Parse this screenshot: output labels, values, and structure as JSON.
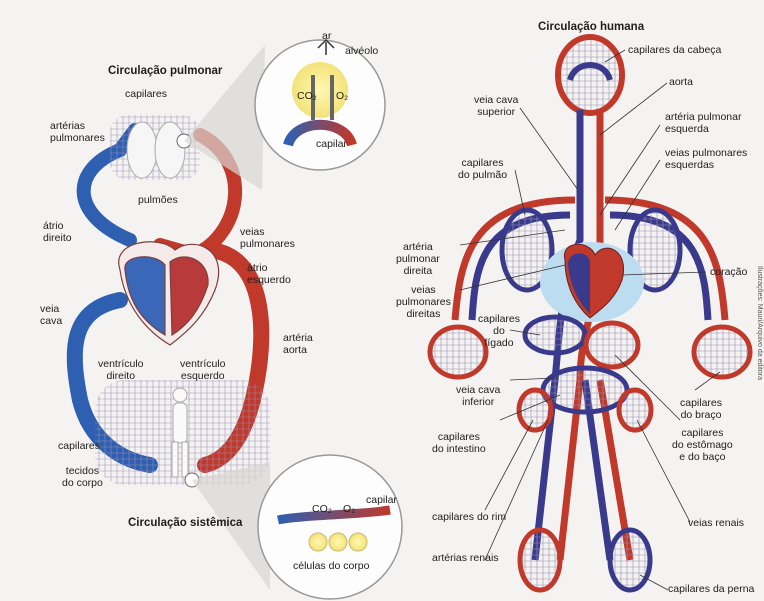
{
  "left": {
    "title_pulmonary": "Circulação pulmonar",
    "title_systemic": "Circulação sistêmica",
    "labels": {
      "capilares_top": "capilares",
      "arterias_pulmonares": "artérias\npulmonares",
      "pulmoes": "pulmões",
      "atrio_direito": "átrio\ndireito",
      "veias_pulmonares": "veias\npulmonares",
      "atrio_esquerdo": "átrio\nesquerdo",
      "veia_cava": "veia\ncava",
      "arteria_aorta": "artéria\naorta",
      "ventriculo_direito": "ventrículo\ndireito",
      "ventriculo_esquerdo": "ventrículo\nesquerdo",
      "capilares_bottom": "capilares",
      "tecidos_do_corpo": "tecidos\ndo corpo"
    },
    "zoom_alveolo": {
      "ar": "ar",
      "alveolo": "alvéolo",
      "co2": "CO₂",
      "o2": "O₂",
      "capilar": "capilar"
    },
    "zoom_celulas": {
      "co2": "CO₂",
      "o2": "O₂",
      "capilar": "capilar",
      "celulas": "células do corpo"
    }
  },
  "right": {
    "title": "Circulação humana",
    "labels": {
      "capilares_cabeca": "capilares da cabeça",
      "aorta": "aorta",
      "veia_cava_superior": "veia cava\nsuperior",
      "arteria_pulmonar_esquerda": "artéria pulmonar\nesquerda",
      "veias_pulmonares_esquerdas": "veias pulmonares\nesquerdas",
      "capilares_pulmao": "capilares\ndo pulmão",
      "arteria_pulmonar_direita": "artéria\npulmonar\ndireita",
      "coracao": "coração",
      "veias_pulmonares_direitas": "veias\npulmonares\ndireitas",
      "capilares_figado": "capilares\ndo\nfígado",
      "veia_cava_inferior": "veia cava\ninferior",
      "capilares_braco": "capilares\ndo braço",
      "capilares_intestino": "capilares\ndo intestino",
      "capilares_estomago": "capilares\ndo estômago\ne do baço",
      "capilares_rim": "capilares do rim",
      "veias_renais": "veias renais",
      "arterias_renais": "artérias renais",
      "capilares_perna": "capilares da perna"
    },
    "credit": "Ilustrações: Mauri/Arquivo da editora"
  },
  "colors": {
    "artery": "#c0392b",
    "vein": "#2f5fb0",
    "vein_body": "#3a3a8c",
    "capillary_bg": "#e9dde6",
    "heart_bg": "#bcdcf0"
  }
}
